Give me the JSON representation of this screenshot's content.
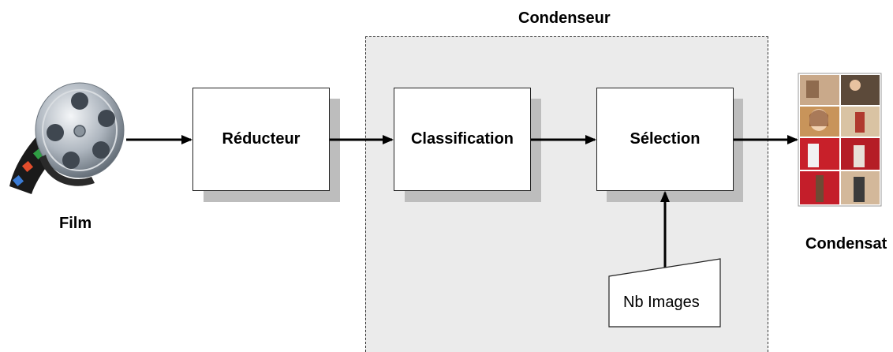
{
  "diagram": {
    "input_label": "Film",
    "group_title": "Condenseur",
    "nodes": {
      "reducteur": "Réducteur",
      "classification": "Classification",
      "selection": "Sélection",
      "nb_images": "Nb Images"
    },
    "output_label": "Condensat"
  }
}
